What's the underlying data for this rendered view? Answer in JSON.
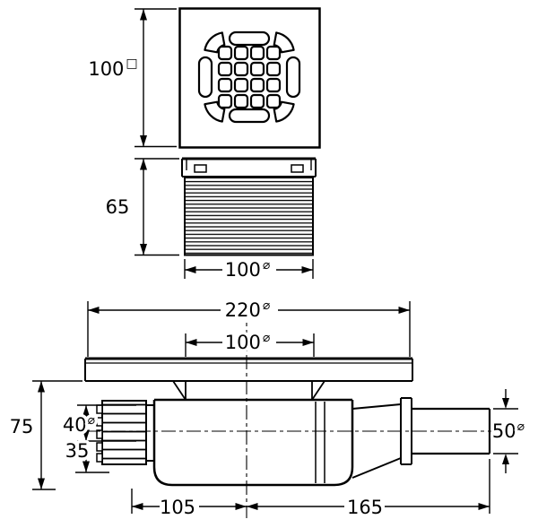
{
  "dims": {
    "grate_size": {
      "value": "100",
      "symbol": "□"
    },
    "frame_height": {
      "value": "65"
    },
    "insert_dia": {
      "value": "100",
      "symbol": "⌀"
    },
    "flange_dia": {
      "value": "220",
      "symbol": "⌀"
    },
    "body_dia": {
      "value": "100",
      "symbol": "⌀"
    },
    "height": {
      "value": "75"
    },
    "inlet_dia": {
      "value": "40",
      "symbol": "⌀"
    },
    "inlet_drop": {
      "value": "35"
    },
    "outlet_dia": {
      "value": "50",
      "symbol": "⌀"
    },
    "dist_left": {
      "value": "105"
    },
    "dist_right": {
      "value": "165"
    }
  },
  "colors": {
    "ink": "#000000",
    "paper": "#ffffff"
  }
}
